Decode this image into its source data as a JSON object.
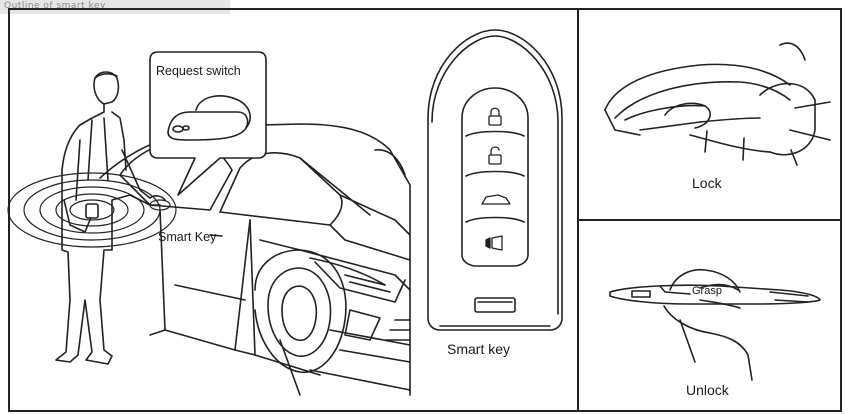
{
  "header_tab": "Outline of smart key",
  "labels": {
    "request_switch": "Request switch",
    "smart_key_callout": "Smart Key",
    "smart_key_caption": "Smart key",
    "lock": "Lock",
    "grasp": "Grasp",
    "unlock": "Unlock"
  },
  "icons": {
    "fob_button_1": "lock-icon",
    "fob_button_2": "unlock-icon",
    "fob_button_3": "trunk-icon",
    "fob_button_4": "horn-icon"
  }
}
